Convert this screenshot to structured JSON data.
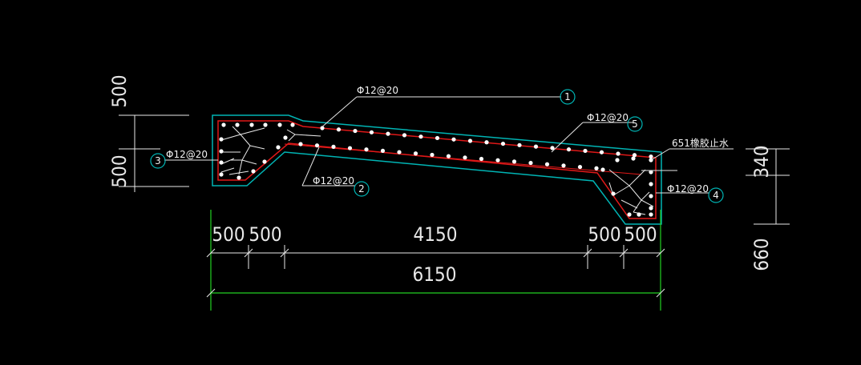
{
  "colors": {
    "background": "#000000",
    "outline": "#00b4b4",
    "rebar": "#e01818",
    "dimension": "#22d022",
    "leader": "#e6e6e6",
    "text": "#f0f0f0"
  },
  "dimensions": {
    "left_vertical": [
      "500",
      "500"
    ],
    "right_vertical": [
      "340",
      "660"
    ],
    "bottom_segments": [
      "500",
      "500",
      "4150",
      "500",
      "500"
    ],
    "bottom_total": "6150"
  },
  "callouts": [
    {
      "number": "1",
      "text": "Φ12@20"
    },
    {
      "number": "2",
      "text": "Φ12@20"
    },
    {
      "number": "3",
      "text": "Φ12@20"
    },
    {
      "number": "4",
      "text": "Φ12@20"
    },
    {
      "number": "5",
      "text": "Φ12@20"
    }
  ],
  "water_stop_note": "651橡胶止水"
}
